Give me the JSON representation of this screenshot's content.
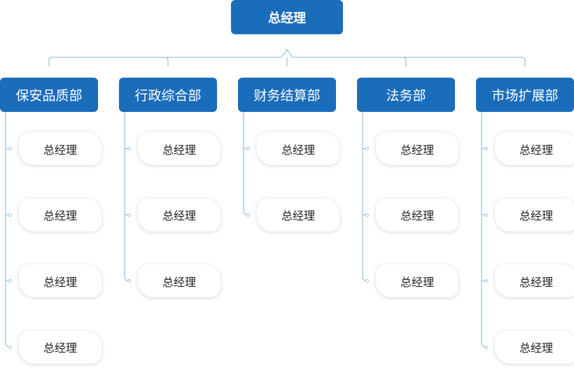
{
  "chart": {
    "root": {
      "label": "总经理"
    },
    "departments": [
      {
        "label": "保安品质部",
        "children": [
          "总经理",
          "总经理",
          "总经理",
          "总经理"
        ]
      },
      {
        "label": "行政综合部",
        "children": [
          "总经理",
          "总经理",
          "总经理"
        ]
      },
      {
        "label": "财务结算部",
        "children": [
          "总经理",
          "总经理"
        ]
      },
      {
        "label": "法务部",
        "children": [
          "总经理",
          "总经理",
          "总经理"
        ]
      },
      {
        "label": "市场扩展部",
        "children": [
          "总经理",
          "总经理",
          "总经理",
          "总经理"
        ]
      }
    ]
  },
  "colors": {
    "node_fill": "#1a6dbb",
    "connector": "#9ec3e0"
  }
}
